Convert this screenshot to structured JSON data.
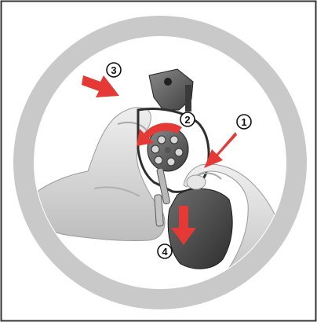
{
  "figure": {
    "step_markers": [
      {
        "number": "1",
        "arrow_direction": "down-left"
      },
      {
        "number": "2",
        "arrow_direction": "counter-clockwise"
      },
      {
        "number": "3",
        "arrow_direction": "down-right"
      },
      {
        "number": "4",
        "arrow_direction": "down"
      }
    ],
    "colors": {
      "arrow": "#e53935",
      "ring": "#c9c9c9",
      "border": "#333333",
      "background": "#ffffff"
    }
  }
}
